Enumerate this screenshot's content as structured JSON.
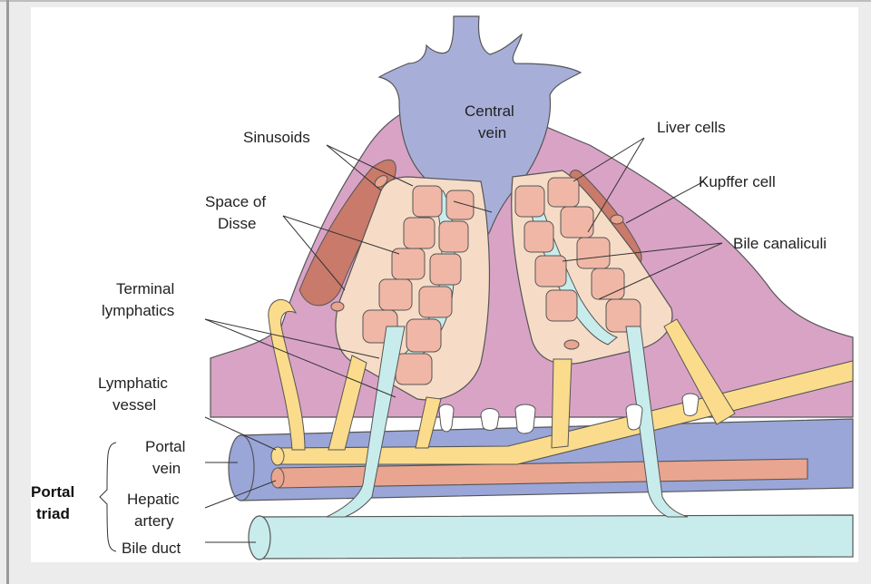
{
  "diagram": {
    "labels": {
      "central_vein": [
        "Central",
        "vein"
      ],
      "sinusoids": "Sinusoids",
      "space_of_disse": [
        "Space of",
        "Disse"
      ],
      "terminal_lymphatics": [
        "Terminal",
        "lymphatics"
      ],
      "lymphatic_vessel": [
        "Lymphatic",
        "vessel"
      ],
      "portal_vein": [
        "Portal",
        "vein"
      ],
      "hepatic_artery": [
        "Hepatic",
        "artery"
      ],
      "bile_duct": "Bile duct",
      "portal_triad": [
        "Portal",
        "triad"
      ],
      "liver_cells": "Liver cells",
      "kupffer_cell": "Kupffer cell",
      "bile_canaliculi": "Bile canaliculi"
    },
    "colors": {
      "central_vein": "#a7afd9",
      "lobule_pink": "#d9a3c6",
      "liver_cell": "#f0b7a6",
      "plate_tan": "#f6dcc6",
      "kupffer": "#c97a6a",
      "bile_yellow": "#fbdc8c",
      "lymph_blue": "#c8ecec",
      "artery_salmon": "#e9a58f",
      "portal_blue": "#9aa6d8"
    }
  }
}
